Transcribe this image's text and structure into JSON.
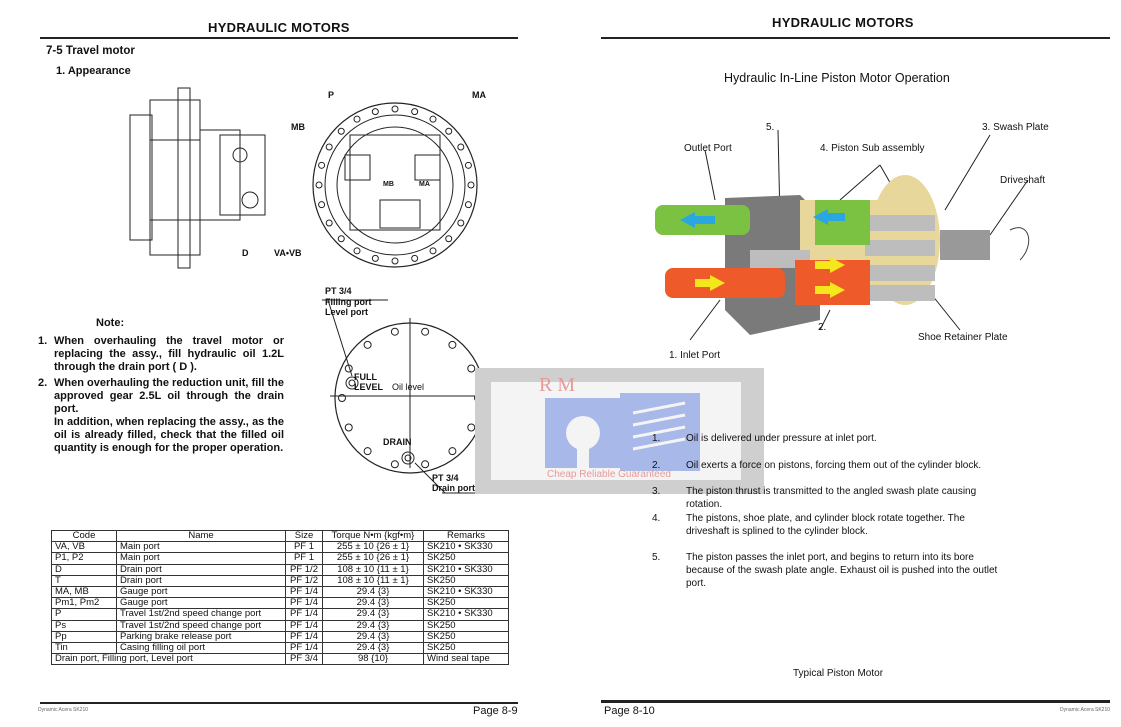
{
  "left": {
    "header": "HYDRAULIC MOTORS",
    "section": "7-5  Travel motor",
    "subsection": "1.  Appearance",
    "diagram_labels": {
      "P": "P",
      "MA": "MA",
      "MB": "MB",
      "MB_inner": "MB",
      "MA_inner": "MA",
      "D": "D",
      "VAVB": "VA•VB",
      "pt_top": "PT 3/4",
      "filling": "Filling port",
      "level": "Level port",
      "full": "FULL",
      "level2": "LEVEL",
      "oil_level": "Oil level",
      "drain": "DRAIN",
      "pt_bottom": "PT 3/4",
      "drain_port": "Drain port"
    },
    "note_title": "Note:",
    "notes": [
      {
        "num": "1.",
        "text": "When overhauling the travel motor or replacing the assy., fill hydraulic oil 1.2L through the drain port ( D )."
      },
      {
        "num": "2.",
        "text": "When overhauling the reduction unit, fill the approved gear 2.5L oil through the drain port.",
        "extra": "In addition, when replacing the assy., as the oil is already filled, check that the filled oil quantity is enough for the proper operation."
      }
    ],
    "table": {
      "headers": [
        "Code",
        "Name",
        "Size",
        "Torque N•m {kgf•m}",
        "Remarks"
      ],
      "rows": [
        [
          "VA, VB",
          "Main port",
          "PF 1",
          "255 ± 10 {26 ± 1}",
          "SK210 • SK330"
        ],
        [
          "P1, P2",
          "Main port",
          "PF 1",
          "255 ± 10 {26 ± 1}",
          "SK250"
        ],
        [
          "D",
          "Drain port",
          "PF 1/2",
          "108 ± 10 {11 ± 1}",
          "SK210 • SK330"
        ],
        [
          "T",
          "Drain port",
          "PF 1/2",
          "108 ± 10 {11 ± 1}",
          "SK250"
        ],
        [
          "MA, MB",
          "Gauge port",
          "PF 1/4",
          "29.4 {3}",
          "SK210 • SK330"
        ],
        [
          "Pm1, Pm2",
          "Gauge port",
          "PF 1/4",
          "29.4 {3}",
          "SK250"
        ],
        [
          "P",
          "Travel 1st/2nd speed change port",
          "PF 1/4",
          "29.4 {3}",
          "SK210 • SK330"
        ],
        [
          "Ps",
          "Travel 1st/2nd speed change port",
          "PF 1/4",
          "29.4 {3}",
          "SK250"
        ],
        [
          "Pp",
          "Parking brake release port",
          "PF 1/4",
          "29.4 {3}",
          "SK250"
        ],
        [
          "Tin",
          "Casing filling oil port",
          "PF 1/4",
          "29.4 {3}",
          "SK250"
        ]
      ],
      "last_row": {
        "name": "Drain port, Filling port, Level port",
        "size": "PF 3/4",
        "torque": "98 {10}",
        "remarks": "Wind seal tape"
      }
    },
    "footer_small": "Dynamic Acera SK210",
    "page": "Page 8-9"
  },
  "right": {
    "header": "HYDRAULIC MOTORS",
    "title": "Hydraulic In-Line Piston Motor Operation",
    "labels": {
      "five": "5.",
      "swash": "3.  Swash Plate",
      "outlet": "Outlet Port",
      "piston_sub": "4.  Piston Sub assembly",
      "driveshaft": "Driveshaft",
      "two": "2.",
      "shoe": "Shoe Retainer Plate",
      "inlet": "1.  Inlet Port"
    },
    "steps": [
      {
        "num": "1.",
        "text": "Oil is delivered under pressure at inlet port."
      },
      {
        "num": "2.",
        "text": "Oil exerts a force on pistons, forcing them out of the cylinder block."
      },
      {
        "num": "3.",
        "text": "The piston thrust is transmitted to the angled swash plate causing rotation."
      },
      {
        "num": "4.",
        "text": "The pistons, shoe plate, and cylinder block rotate together.  The driveshaft is splined to the cylinder block."
      },
      {
        "num": "5.",
        "text": "The piston passes the inlet port, and begins to return into its bore because of the swash plate angle.  Exhaust oil is pushed into the outlet port."
      }
    ],
    "caption": "Typical Piston Motor",
    "footer_small": "Dynamic Acera SK210",
    "page": "Page 8-10"
  },
  "watermark": {
    "letters": "R M",
    "tagline": "Cheap Reliable Guaranteed"
  },
  "colors": {
    "green": "#7cc242",
    "red": "#ee5a2a",
    "blue": "#2aa7e0",
    "yellow": "#f4e81c",
    "gray": "#7a7a7a",
    "tan": "#e8d79a"
  }
}
